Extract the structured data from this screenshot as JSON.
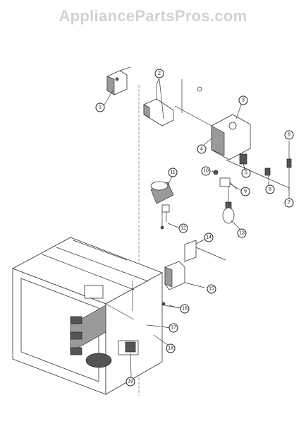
{
  "header": {
    "watermark": "AppliancePartsPros.com"
  },
  "callouts": [
    {
      "label": "1"
    },
    {
      "label": "2"
    },
    {
      "label": "3"
    },
    {
      "label": "4"
    },
    {
      "label": "5"
    },
    {
      "label": "6"
    },
    {
      "label": "7"
    },
    {
      "label": "8"
    },
    {
      "label": "9"
    },
    {
      "label": "10"
    },
    {
      "label": "11"
    },
    {
      "label": "12"
    },
    {
      "label": "13"
    },
    {
      "label": "14"
    },
    {
      "label": "15"
    },
    {
      "label": "16"
    },
    {
      "label": "17"
    },
    {
      "label": "18"
    },
    {
      "label": "19"
    }
  ]
}
